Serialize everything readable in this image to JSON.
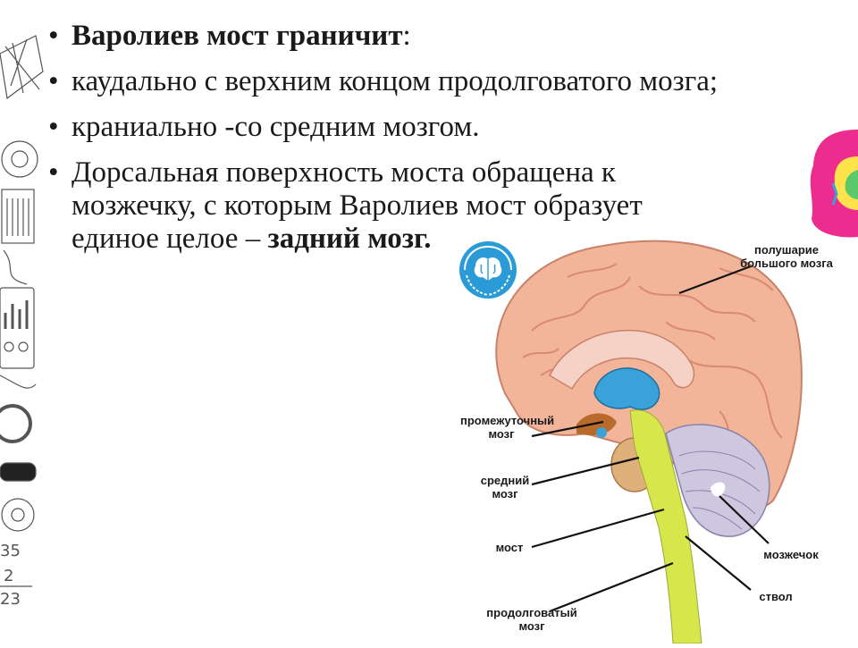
{
  "slide": {
    "bullets": [
      {
        "parts": [
          {
            "text": "Варолиев мост граничит",
            "bold": true
          },
          {
            "text": ":",
            "bold": false
          }
        ]
      },
      {
        "parts": [
          {
            "text": "каудально с верхним концом продолговатого мозга;",
            "bold": false
          }
        ]
      },
      {
        "parts": [
          {
            "text": "краниально -со средним мозгом.",
            "bold": false
          }
        ]
      },
      {
        "parts": [
          {
            "text": "Дорсальная поверхность моста обращена к мозжечку, с которым Варолиев мост образует единое целое – ",
            "bold": false
          },
          {
            "text": "задний мозг.",
            "bold": true
          }
        ]
      }
    ],
    "bullet_glyph": "•"
  },
  "diagram": {
    "labels": {
      "hemisphere": "полушарие большого мозга",
      "diencephalon": "промежуточный мозг",
      "midbrain": "средний мозг",
      "pons": "мост",
      "medulla": "продолговатый мозг",
      "cerebellum": "мозжечок",
      "stem": "ствол"
    },
    "colors": {
      "cortex": "#f2b59a",
      "cortex_dark": "#d98a70",
      "ventricle": "#3aa2d8",
      "stem": "#d7e64a",
      "pons": "#e0b07a",
      "cerebellum": "#cfc6e0",
      "diencephalon": "#b86b2a"
    }
  },
  "decor": {
    "left_numbers": [
      "35",
      "2",
      "23"
    ]
  }
}
